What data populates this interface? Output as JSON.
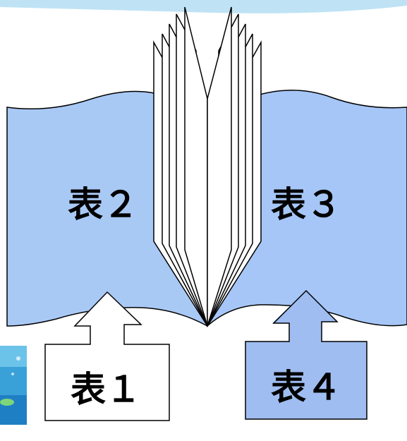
{
  "colors": {
    "page_fill": "#a9c9f5",
    "page_fill_right": "#a6c6f7",
    "cover_front_fill": "#ffffff",
    "cover_back_fill": "#9fbdf0",
    "arrow_tip_left": "#cfe0f7",
    "arrow_tip_right": "#7fa6e6",
    "stroke": "#000000",
    "top_banner": "#bfe3f5",
    "corner_image": "#3aa0d8"
  },
  "labels": {
    "left_page": "表２",
    "right_page": "表３",
    "front_cover": "表１",
    "back_cover": "表４"
  },
  "icons": {
    "front_arrow": "up-arrow-icon",
    "back_arrow": "up-arrow-icon",
    "corner_image": "ocean-illustration-icon"
  }
}
